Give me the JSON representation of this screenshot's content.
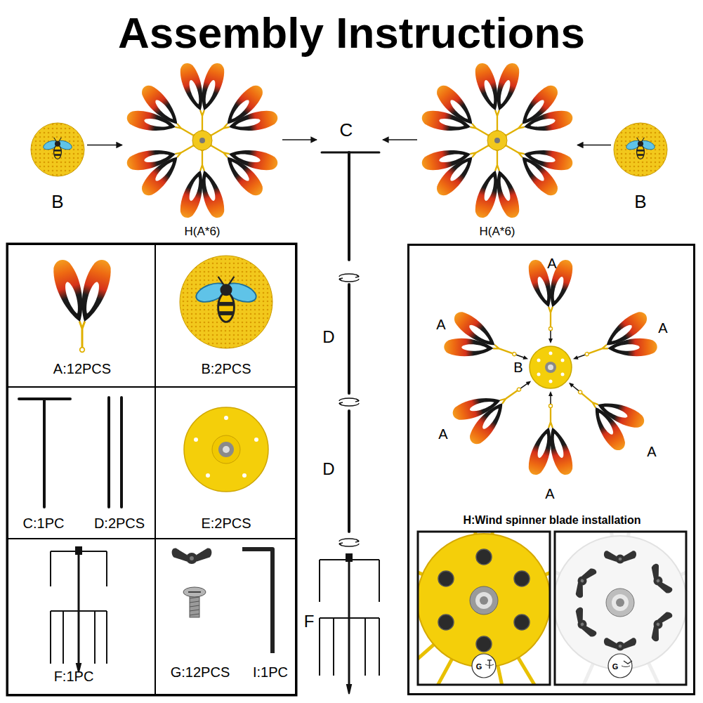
{
  "diagram": {
    "title": "Assembly Instructions",
    "nodes": [
      {
        "text": [
          "B"
        ]
      },
      {
        "text": [
          "H(A*6)"
        ]
      },
      {
        "text": [
          "C"
        ]
      },
      {
        "text": [
          "H(A*6)"
        ]
      },
      {
        "text": [
          "B"
        ]
      },
      {
        "text": [
          "A:12PCS"
        ]
      },
      {
        "text": [
          "B:2PCS"
        ]
      },
      {
        "text": [
          "C:1PC",
          "D:2PCS"
        ]
      },
      {
        "text": [
          "E:2PCS"
        ]
      },
      {
        "text": [
          "F:1PC"
        ]
      },
      {
        "text": [
          "G:12PCS",
          "I:1PC"
        ]
      },
      {
        "text": [
          "H:Wind spinner blade installation"
        ]
      },
      {
        "text": [
          "B"
        ],
        "in": 11
      }
    ],
    "edges": [
      {
        "from": 0,
        "to": 1,
        "arrow": "to"
      },
      {
        "from": 1,
        "to": 2,
        "arrow": "to"
      },
      {
        "from": 3,
        "to": 2,
        "arrow": "to"
      },
      {
        "from": 4,
        "to": 3,
        "arrow": "to"
      }
    ],
    "labels": [
      "D",
      "D",
      "F",
      "A",
      "A",
      "A",
      "A",
      "A",
      "A",
      "G",
      "G"
    ]
  }
}
